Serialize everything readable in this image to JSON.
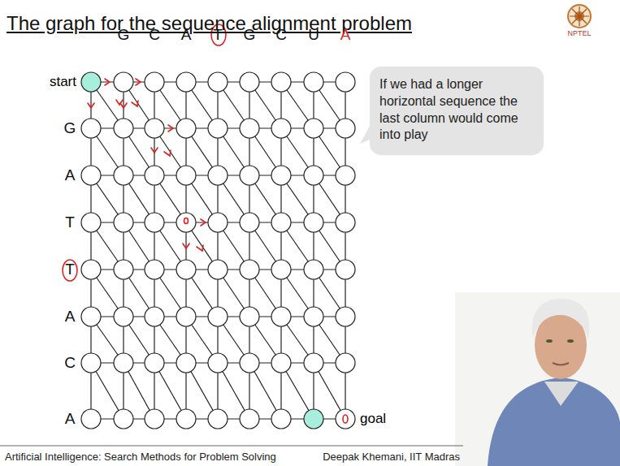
{
  "diagram": {
    "title": "The graph for the sequence alignment problem",
    "nodes": [
      {
        "text": [
          "start"
        ]
      },
      {
        "text": [
          "goal"
        ]
      },
      {
        "text": [
          "If we had a longer horizontal sequence the last column would come into play"
        ]
      }
    ],
    "labels": [
      "G",
      "C",
      "A",
      "T",
      "G",
      "C",
      "U",
      "A",
      "G",
      "A",
      "T",
      "T",
      "A",
      "C",
      "A",
      "NPTEL",
      "Artificial Intelligence: Search Methods for Problem Solving",
      "Deepak Khemani, IIT Madras"
    ]
  }
}
